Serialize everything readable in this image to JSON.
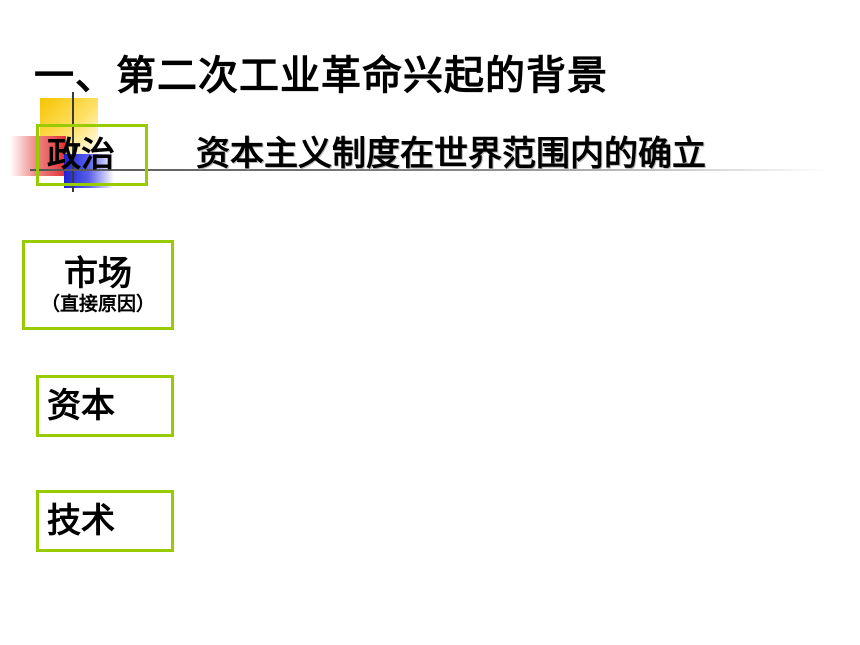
{
  "slide": {
    "title": "一、第二次工业革命兴起的背景",
    "rows": [
      {
        "label": "政治",
        "sublabel": "",
        "description": "资本主义制度在世界范围内的确立"
      },
      {
        "label": "市场",
        "sublabel": "（直接原因）",
        "description": ""
      },
      {
        "label": "资本",
        "sublabel": "",
        "description": ""
      },
      {
        "label": "技术",
        "sublabel": "",
        "description": ""
      }
    ]
  },
  "colors": {
    "box_border": "#99cc00",
    "text": "#000000",
    "accent_yellow": "#f5c400",
    "accent_red": "#e03030",
    "accent_blue": "#1a22d8"
  }
}
